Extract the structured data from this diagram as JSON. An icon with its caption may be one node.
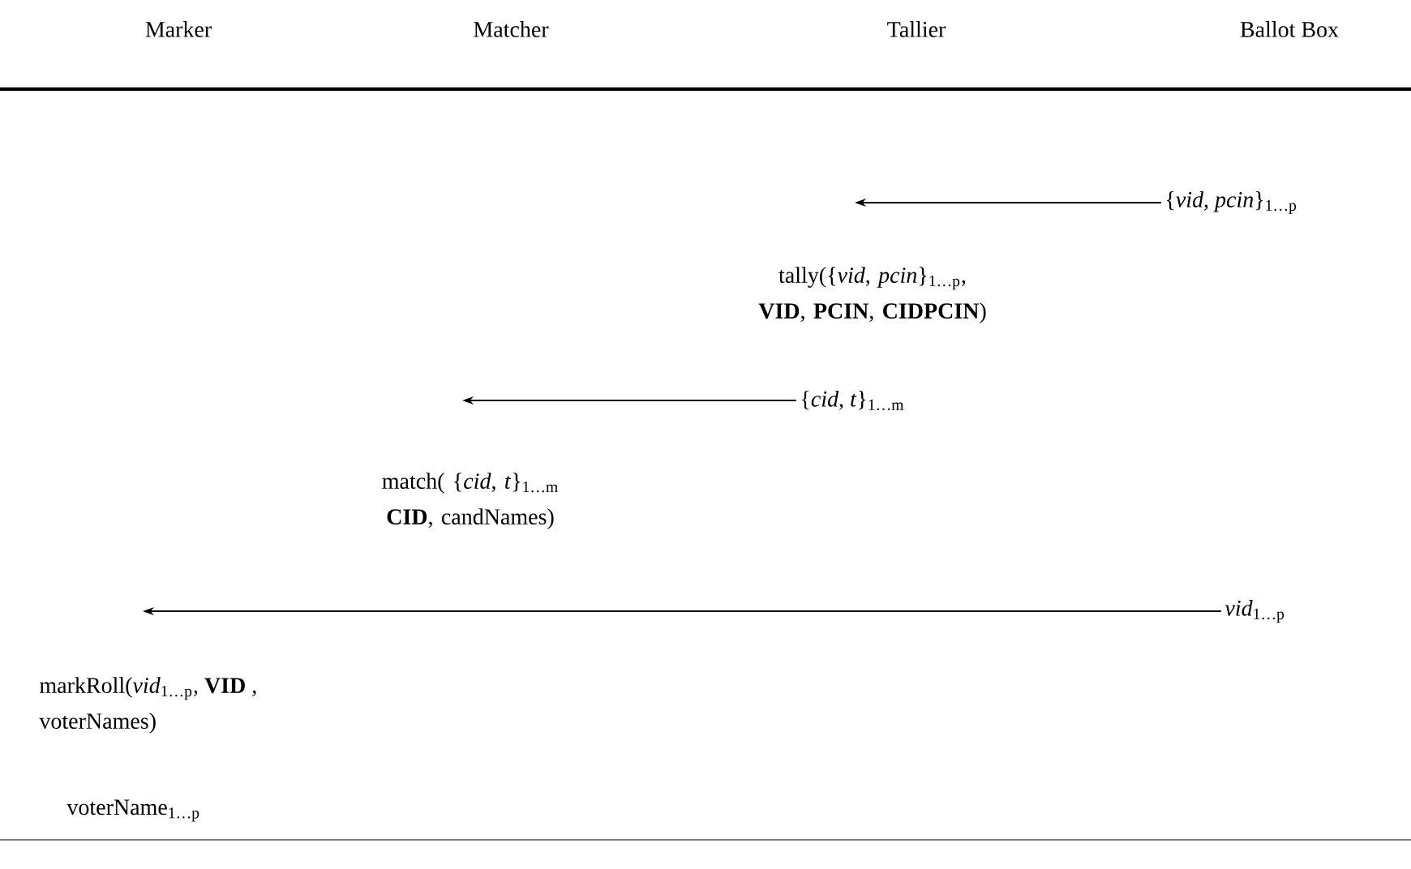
{
  "diagram": {
    "nodes": [
      {
        "text": [
          "{*vid*, *pcin*}$_{1…p}$"
        ]
      },
      {
        "text": [
          "{*cid*, *t*}$_{1…m}$"
        ]
      },
      {
        "text": [
          "*vid*$_{1…p}$"
        ]
      }
    ],
    "edges": [
      {
        "from": 0,
        "to": null,
        "arrow": "to"
      },
      {
        "from": 1,
        "to": null,
        "arrow": "to"
      },
      {
        "from": 2,
        "to": null,
        "arrow": "to"
      }
    ],
    "labels": [
      "Marker",
      "Matcher",
      "Tallier",
      "Ballot Box",
      "tally({*vid*, *pcin*}$_{1…p}$, **VID**, **PCIN**, **CIDPCIN**)",
      "match( {*cid*, *t*}$_{1…m}$ **CID**, candNames)",
      "markRoll(*vid*$_{1…p}$, **VID** , voterNames)",
      "voterName$_{1…p}$"
    ]
  }
}
